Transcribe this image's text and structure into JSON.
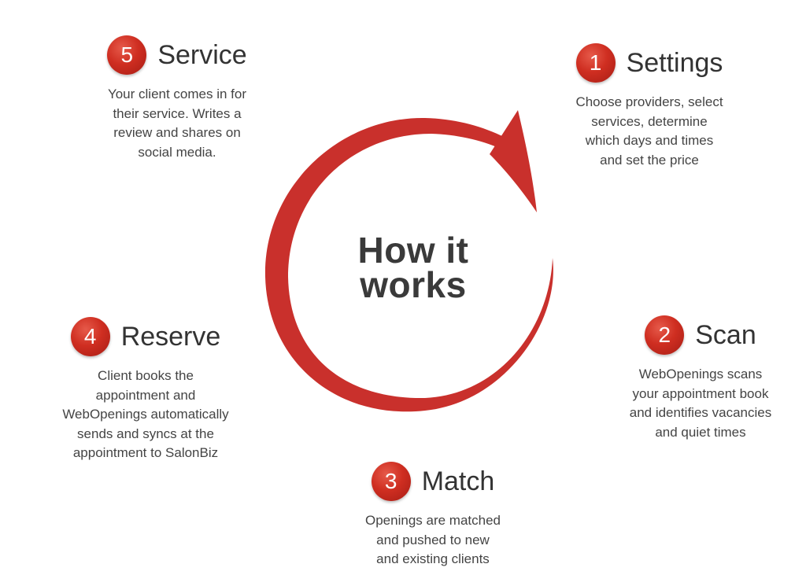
{
  "center": {
    "line1": "How it",
    "line2": "works"
  },
  "accent_color": "#c9302c",
  "steps": [
    {
      "number": "1",
      "title": "Settings",
      "lines": [
        "Choose providers, select",
        "services, determine",
        "which days and times",
        "and set the price"
      ]
    },
    {
      "number": "2",
      "title": "Scan",
      "lines": [
        "WebOpenings scans",
        "your appointment book",
        "and identifies vacancies",
        "and quiet times"
      ]
    },
    {
      "number": "3",
      "title": "Match",
      "lines": [
        "Openings are matched",
        "and pushed to new",
        "and existing clients"
      ]
    },
    {
      "number": "4",
      "title": "Reserve",
      "lines": [
        "Client books the",
        "appointment and",
        "WebOpenings automatically",
        "sends and syncs at the",
        "appointment to SalonBiz"
      ]
    },
    {
      "number": "5",
      "title": "Service",
      "lines": [
        "Your client comes in for",
        "their service. Writes a",
        "review and shares on",
        "social media."
      ]
    }
  ]
}
